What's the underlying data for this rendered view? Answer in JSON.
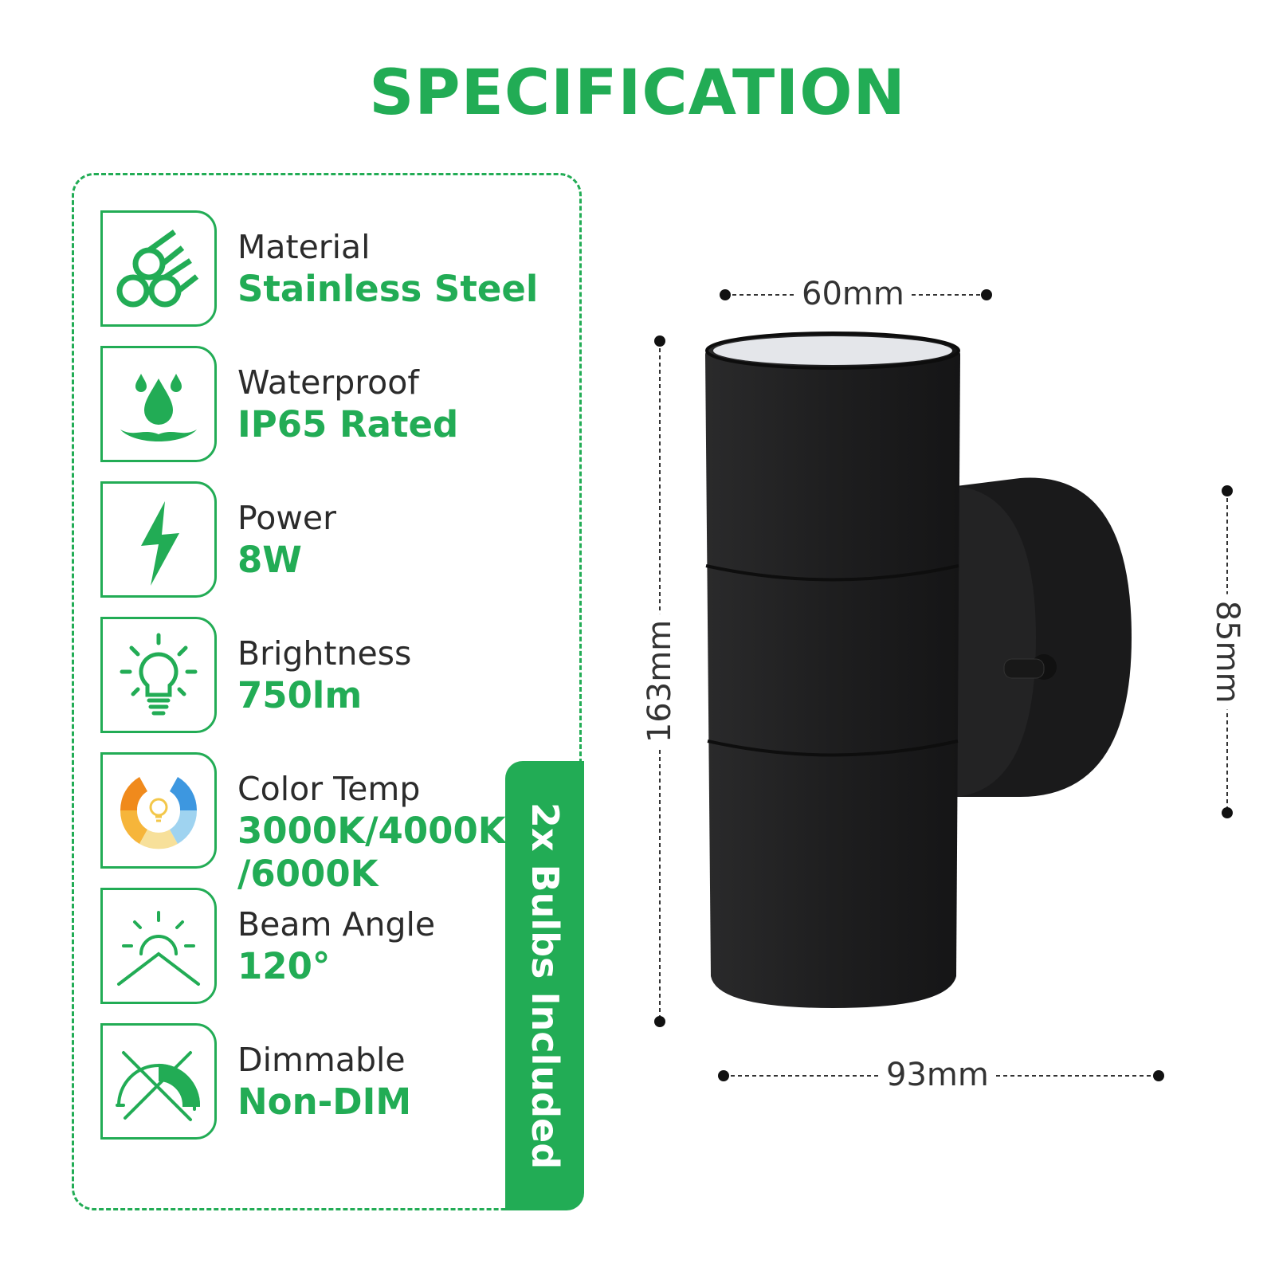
{
  "title": "SPECIFICATION",
  "colors": {
    "accent": "#22ac55",
    "text": "#2b2b2b",
    "lamp": "#1f1f20"
  },
  "specs": [
    {
      "icon": "pipes-icon",
      "label": "Material",
      "value": "Stainless Steel"
    },
    {
      "icon": "water-drop-icon",
      "label": "Waterproof",
      "value": "IP65 Rated"
    },
    {
      "icon": "lightning-icon",
      "label": "Power",
      "value": "8W"
    },
    {
      "icon": "bulb-icon",
      "label": "Brightness",
      "value": "750lm"
    },
    {
      "icon": "color-wheel-icon",
      "label": "Color Temp",
      "value": "3000K/4000K\n/6000K"
    },
    {
      "icon": "sun-angle-icon",
      "label": "Beam Angle",
      "value": "120°"
    },
    {
      "icon": "dimmer-dial-icon",
      "label": "Dimmable",
      "value": "Non-DIM"
    }
  ],
  "banner": "2x Bulbs Included",
  "dimensions": {
    "width": "60mm",
    "height": "163mm",
    "depth": "85mm",
    "total_width": "93mm"
  }
}
